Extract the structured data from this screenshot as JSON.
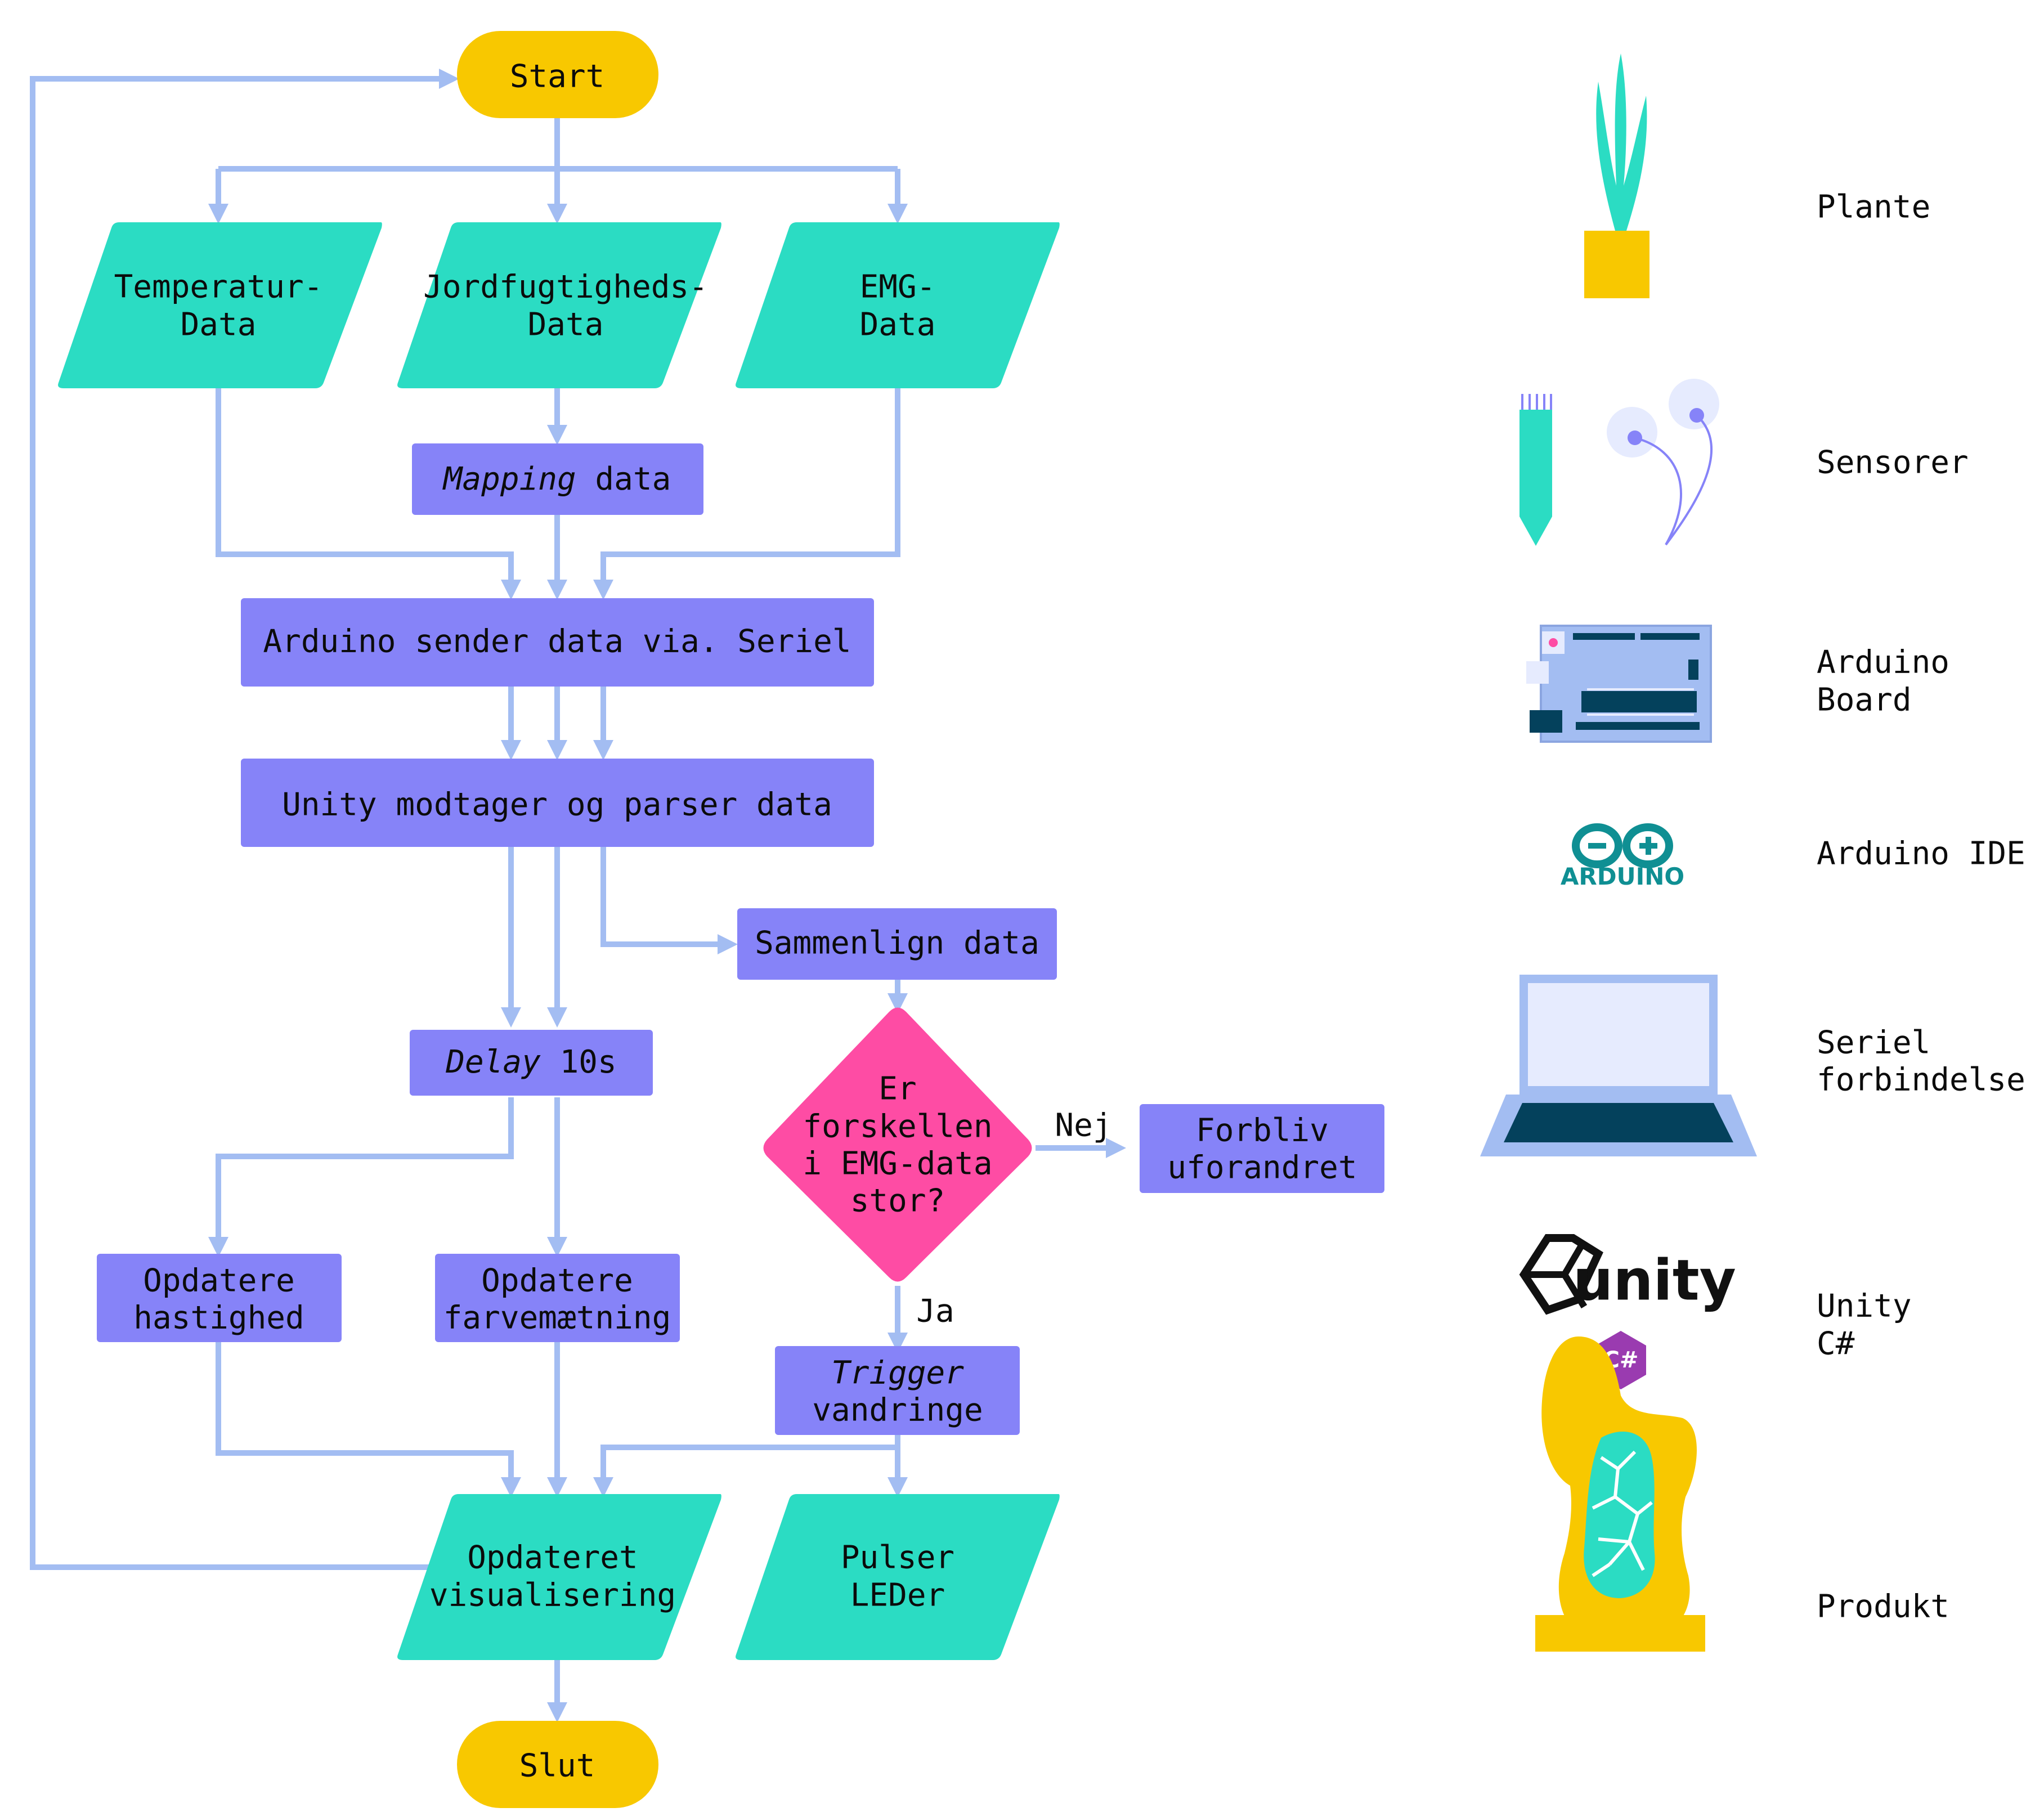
{
  "colors": {
    "terminal": "#f8c800",
    "io": "#2bdcc3",
    "process": "#8683f8",
    "decision": "#fe4ca4",
    "connector": "#a3bdf2",
    "laptop_screen": "#e6ebfe",
    "laptop_dark": "#04415c",
    "arduino_teal": "#0f8f93",
    "csharp_purple": "#9a3bb0"
  },
  "flowchart": {
    "start": "Start",
    "temp": [
      "Temperatur-",
      "Data"
    ],
    "soil": [
      "Jordfugtigheds-",
      "Data"
    ],
    "emg": [
      "EMG-",
      "Data"
    ],
    "mapping": {
      "italic": "Mapping",
      "rest": " data"
    },
    "arduino_send": "Arduino sender data via. Seriel",
    "unity_parse": "Unity modtager og parser data",
    "compare": "Sammenlign data",
    "delay": {
      "italic": "Delay",
      "rest": " 10s"
    },
    "decision": [
      "Er",
      "forskellen",
      "i EMG-data",
      "stor?"
    ],
    "no_label": "Nej",
    "yes_label": "Ja",
    "remain": [
      "Forbliv",
      "uforandret"
    ],
    "speed": [
      "Opdatere",
      "hastighed"
    ],
    "saturation": [
      "Opdatere",
      "farvemætning"
    ],
    "trigger": {
      "italic": "Trigger",
      "line2": "vandringe"
    },
    "visual": [
      "Opdateret",
      "visualisering"
    ],
    "leds": [
      "Pulser",
      "LEDer"
    ],
    "end": "Slut"
  },
  "legend": {
    "plant": [
      "Plante"
    ],
    "sensors": [
      "Sensorer"
    ],
    "board": [
      "Arduino",
      "Board"
    ],
    "ide": [
      "Arduino IDE"
    ],
    "serial": [
      "Seriel",
      "forbindelse"
    ],
    "unity": [
      "Unity",
      "C#"
    ],
    "product": [
      "Produkt"
    ],
    "arduino_logo_text": "ARDUINO",
    "unity_logo_text": "unity",
    "csharp_logo_text": "C#"
  }
}
